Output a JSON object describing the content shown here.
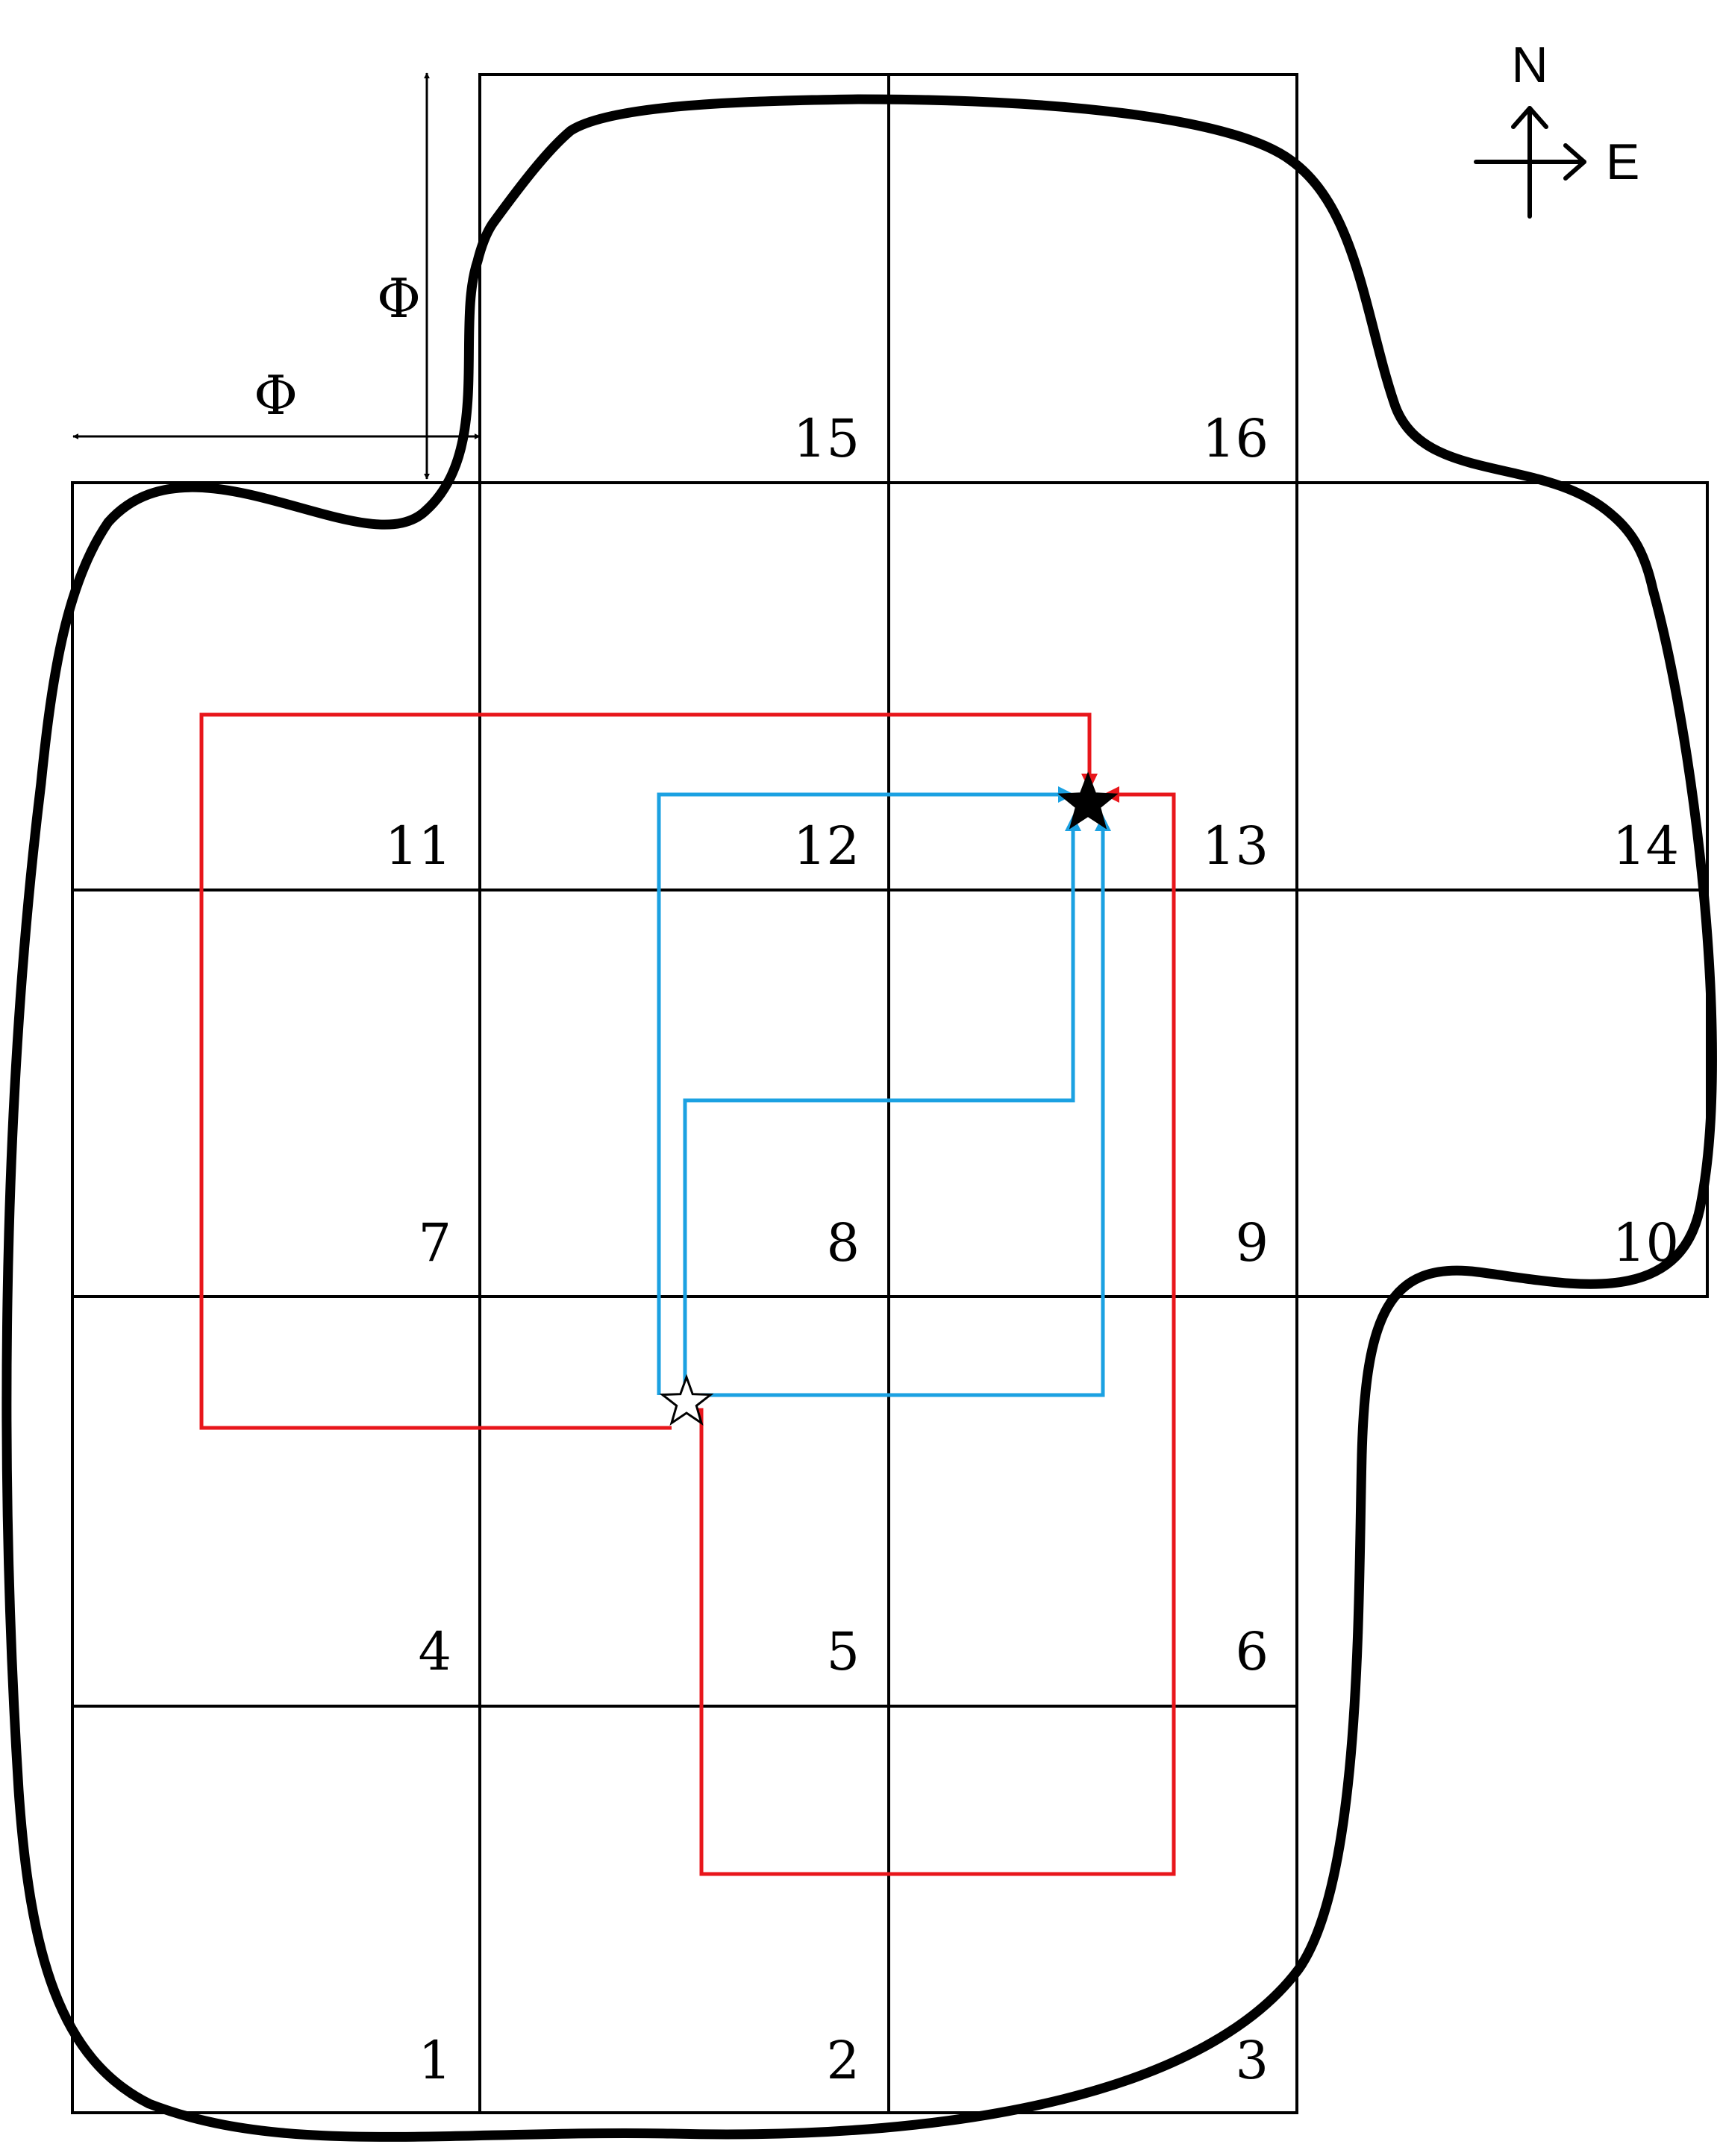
{
  "cell_labels": {
    "c1": "1",
    "c2": "2",
    "c3": "3",
    "c4": "4",
    "c5": "5",
    "c6": "6",
    "c7": "7",
    "c8": "8",
    "c9": "9",
    "c10": "10",
    "c11": "11",
    "c12": "12",
    "c13": "13",
    "c14": "14",
    "c15": "15",
    "c16": "16"
  },
  "dimension_labels": {
    "vertical": "Φ",
    "horizontal": "Φ"
  },
  "compass": {
    "north": "N",
    "east": "E"
  },
  "colors": {
    "grid": "#000000",
    "outline": "#000000",
    "path_red": "#e8161b",
    "path_blue": "#1ba1e2",
    "start_marker": "#ffffff",
    "goal_marker": "#000000"
  },
  "markers": {
    "start": "hollow-star",
    "goal": "filled-star"
  }
}
